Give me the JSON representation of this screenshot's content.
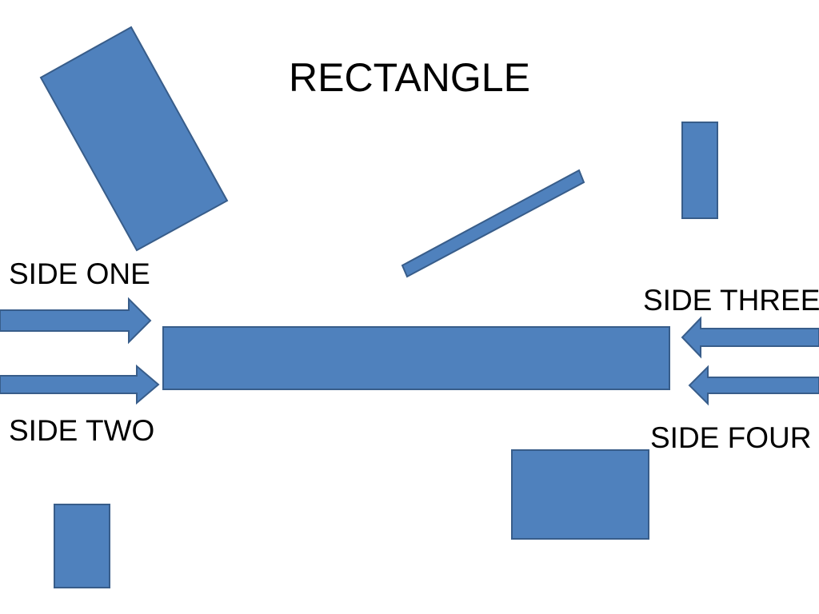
{
  "colors": {
    "shape_fill": "#4F81BD",
    "shape_stroke": "#385D8A",
    "text": "#000000",
    "background": "#FFFFFF"
  },
  "title": "RECTANGLE",
  "labels": {
    "side_one": "SIDE ONE",
    "side_two": "SIDE TWO",
    "side_three": "SIDE THREE",
    "side_four": "SIDE FOUR"
  }
}
